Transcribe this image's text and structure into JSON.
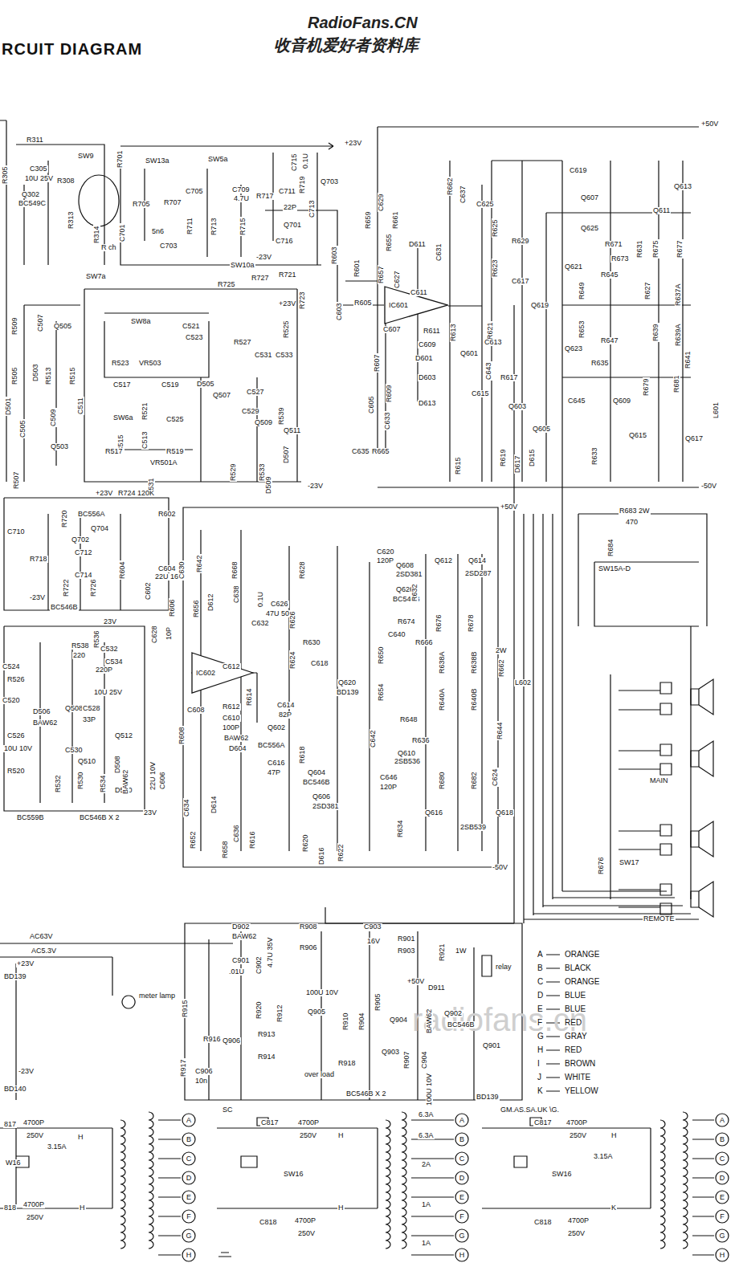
{
  "diagram": {
    "title": "RCUIT DIAGRAM",
    "nodes": [
      {
        "text": [
          "IC601"
        ]
      },
      {
        "text": [
          "IC602"
        ]
      },
      {
        "text": [
          "A"
        ]
      },
      {
        "text": [
          "B"
        ]
      },
      {
        "text": [
          "C"
        ]
      },
      {
        "text": [
          "D"
        ]
      },
      {
        "text": [
          "E"
        ]
      },
      {
        "text": [
          "F"
        ]
      },
      {
        "text": [
          "G"
        ]
      },
      {
        "text": [
          "H"
        ]
      },
      {
        "text": [
          "A"
        ]
      },
      {
        "text": [
          "B"
        ]
      },
      {
        "text": [
          "C"
        ]
      },
      {
        "text": [
          "D"
        ]
      },
      {
        "text": [
          "E"
        ]
      },
      {
        "text": [
          "F"
        ]
      },
      {
        "text": [
          "G"
        ]
      },
      {
        "text": [
          "H"
        ]
      },
      {
        "text": [
          "A"
        ]
      },
      {
        "text": [
          "B"
        ]
      },
      {
        "text": [
          "C"
        ]
      },
      {
        "text": [
          "D"
        ]
      },
      {
        "text": [
          "E"
        ]
      },
      {
        "text": [
          "F"
        ]
      },
      {
        "text": [
          "G"
        ]
      },
      {
        "text": [
          "H"
        ]
      }
    ],
    "labels": [
      "RadioFans.CN",
      "收音机爱好者资料库",
      "radiofans.cn",
      "R311",
      "R305",
      "C305",
      "10U 25V",
      "R308",
      "SW9",
      "Q302",
      "BC549C",
      "R313",
      "R314",
      "R ch",
      "R701",
      "SW13a",
      "SW5a",
      "C715",
      "0.1U",
      "R719",
      "+23V",
      "Q703",
      "R705",
      "R707",
      "C705",
      "C709",
      "4.7U",
      "R717",
      "C711",
      "22P",
      "C713",
      "Q701",
      "C701",
      "5n6",
      "C703",
      "R711",
      "R713",
      "R715",
      "C716",
      "-23V",
      "SW10a",
      "R725",
      "R727",
      "R721",
      "R723",
      "R603",
      "R601",
      "C603",
      "R605",
      "C629",
      "R659",
      "R661",
      "R655",
      "R657",
      "C627",
      "D611",
      "C631",
      "C611",
      "R611",
      "C609",
      "D601",
      "D603",
      "C607",
      "R607",
      "R609",
      "C605",
      "C633",
      "D613",
      "R613",
      "Q601",
      "C635",
      "R665",
      "R662",
      "C637",
      "C625",
      "R625",
      "R629",
      "R623",
      "C617",
      "Q619",
      "R621",
      "C613",
      "C643",
      "R617",
      "C615",
      "Q603",
      "Q605",
      "R619",
      "D617",
      "D615",
      "R615",
      "+50V",
      "C619",
      "Q607",
      "Q613",
      "Q611",
      "Q625",
      "R671",
      "R673",
      "R631",
      "R675",
      "R677",
      "Q621",
      "R645",
      "R649",
      "R627",
      "R637A",
      "R653",
      "R647",
      "Q623",
      "R635",
      "R639",
      "R639A",
      "R641",
      "C645",
      "Q609",
      "R679",
      "R681",
      "L601",
      "Q615",
      "Q617",
      "R633",
      "-50V",
      "SW7a",
      "R509",
      "C507",
      "Q505",
      "R505",
      "D503",
      "R513",
      "R515",
      "D501",
      "C511",
      "C509",
      "C505",
      "Q503",
      "R507",
      "SW8a",
      "C521",
      "R523",
      "VR503",
      "C523",
      "C517",
      "C519",
      "R525",
      "+23V",
      "R527",
      "C531",
      "C533",
      "D505",
      "Q507",
      "C527",
      "C529",
      "Q509",
      "R539",
      "Q511",
      "R521",
      "C525",
      "C513",
      "SW6a",
      "C515",
      "R517",
      "R519",
      "VR501A",
      "R531",
      "R529",
      "R533",
      "D507",
      "D509",
      "-23V",
      "+23V",
      "R724 120K",
      "R720",
      "BC556A",
      "Q704",
      "Q702",
      "C710",
      "R718",
      "C712",
      "R602",
      "C714",
      "R722",
      "R726",
      "C604",
      "22U 16V",
      "C602",
      "R604",
      "-23V",
      "BC546B",
      "R642",
      "R668",
      "C638",
      "0.1U",
      "R628",
      "C626",
      "47U 50V",
      "R626",
      "R606",
      "C630",
      "R656",
      "D612",
      "C632",
      "C628",
      "10P",
      "R630",
      "R624",
      "C618",
      "C612",
      "R612",
      "C610",
      "100P",
      "BAW62",
      "D604",
      "C608",
      "R608",
      "C606",
      "22U 10V",
      "C634",
      "D614",
      "R614",
      "C614",
      "82P",
      "Q602",
      "BC556A",
      "R618",
      "C616",
      "47P",
      "Q604",
      "BC546B",
      "Q606",
      "2SD381",
      "R616",
      "R620",
      "D616",
      "R622",
      "C636",
      "R658",
      "R652",
      "+50V",
      "C620",
      "120P",
      "Q608",
      "2SD381",
      "Q626",
      "BC546B",
      "Q612",
      "Q614",
      "2SD287",
      "R632",
      "R674",
      "C640",
      "R666",
      "R676",
      "R678",
      "Q620",
      "BD139",
      "R650",
      "R638A",
      "R638B",
      "R654",
      "R640A",
      "R640B",
      "R662",
      "2W",
      "L602",
      "R648",
      "R636",
      "C642",
      "Q610",
      "2SB536",
      "C646",
      "120P",
      "R680",
      "R682",
      "R644",
      "C624",
      "R634",
      "Q616",
      "Q618",
      "2SB539",
      "-50V",
      "R683 2W",
      "470",
      "R684",
      "SW15A-D",
      "MAIN",
      "SW17",
      "R676",
      "REMOTE",
      "23V",
      "R536",
      "R538",
      "C532",
      "220",
      "C534",
      "220P",
      "10U 25V",
      "C524",
      "R526",
      "C520",
      "D506",
      "BAW62",
      "Q508",
      "C528",
      "33P",
      "C530",
      "Q510",
      "C526",
      "10U 10V",
      "R520",
      "R532",
      "R530",
      "R534",
      "Q512",
      "D508",
      "D510",
      "BAW62",
      "BC559B",
      "BC546B X 2",
      "23V",
      "AC63V",
      "AC5.3V",
      "+23V",
      "BD139",
      "meter lamp",
      "-23V",
      "BD140",
      "D902",
      "BAW62",
      "C901",
      ".01U",
      "C902",
      "4.7U 35V",
      "R908",
      "R906",
      "100U 10V",
      "C903",
      "16V",
      "R901",
      "R903",
      "+50V",
      "R921",
      "1W",
      "relay",
      "D911",
      "BAW62",
      "Q902",
      "BC546B",
      "Q901",
      "BD139",
      "R907",
      "C904",
      "100U 10V",
      "Q903",
      "Q904",
      "R905",
      "R904",
      "R910",
      "R912",
      "R920",
      "Q905",
      "R913",
      "R914",
      "over load",
      "R918",
      "R916",
      "Q906",
      "R915",
      "R917",
      "C906",
      "10n",
      "BC546B X 2",
      "A",
      "ORANGE",
      "B",
      "BLACK",
      "C",
      "ORANGE",
      "D",
      "BLUE",
      "E",
      "BLUE",
      "F",
      "RED",
      "G",
      "GRAY",
      "H",
      "RED",
      "I",
      "BROWN",
      "J",
      "WHITE",
      "K",
      "YELLOW",
      "817",
      "4700P",
      "250V",
      "3.15A",
      "H",
      "W16",
      "818",
      "4700P",
      "250V",
      "H",
      "SC",
      "C817",
      "4700P",
      "250V",
      "H",
      "SW16",
      "C818",
      "4700P",
      "250V",
      "H",
      "6.3A",
      "6.3A",
      "2A",
      "1A",
      "1A",
      "GM.AS.SA.UK \\G.",
      "C817",
      "4700P",
      "250V",
      "H",
      "3.15A",
      "SW16",
      "K",
      "C818",
      "4700P",
      "250V"
    ]
  }
}
